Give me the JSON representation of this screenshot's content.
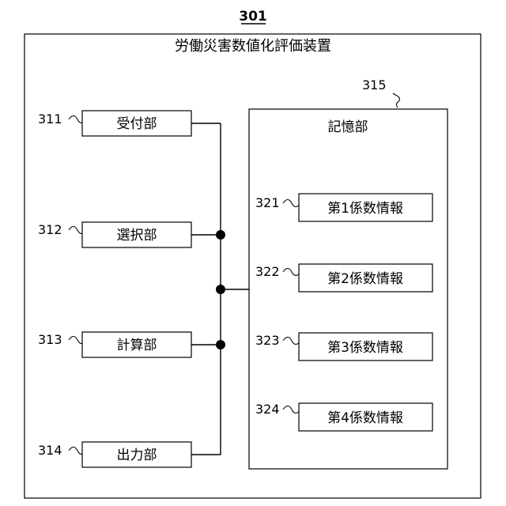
{
  "figure_ref": "301",
  "device": {
    "title": "労働災害数値化評価装置"
  },
  "units": [
    {
      "ref": "311",
      "label": "受付部"
    },
    {
      "ref": "312",
      "label": "選択部"
    },
    {
      "ref": "313",
      "label": "計算部"
    },
    {
      "ref": "314",
      "label": "出力部"
    }
  ],
  "storage": {
    "ref": "315",
    "label": "記憶部",
    "items": [
      {
        "ref": "321",
        "label": "第1係数情報"
      },
      {
        "ref": "322",
        "label": "第2係数情報"
      },
      {
        "ref": "323",
        "label": "第3係数情報"
      },
      {
        "ref": "324",
        "label": "第4係数情報"
      }
    ]
  }
}
